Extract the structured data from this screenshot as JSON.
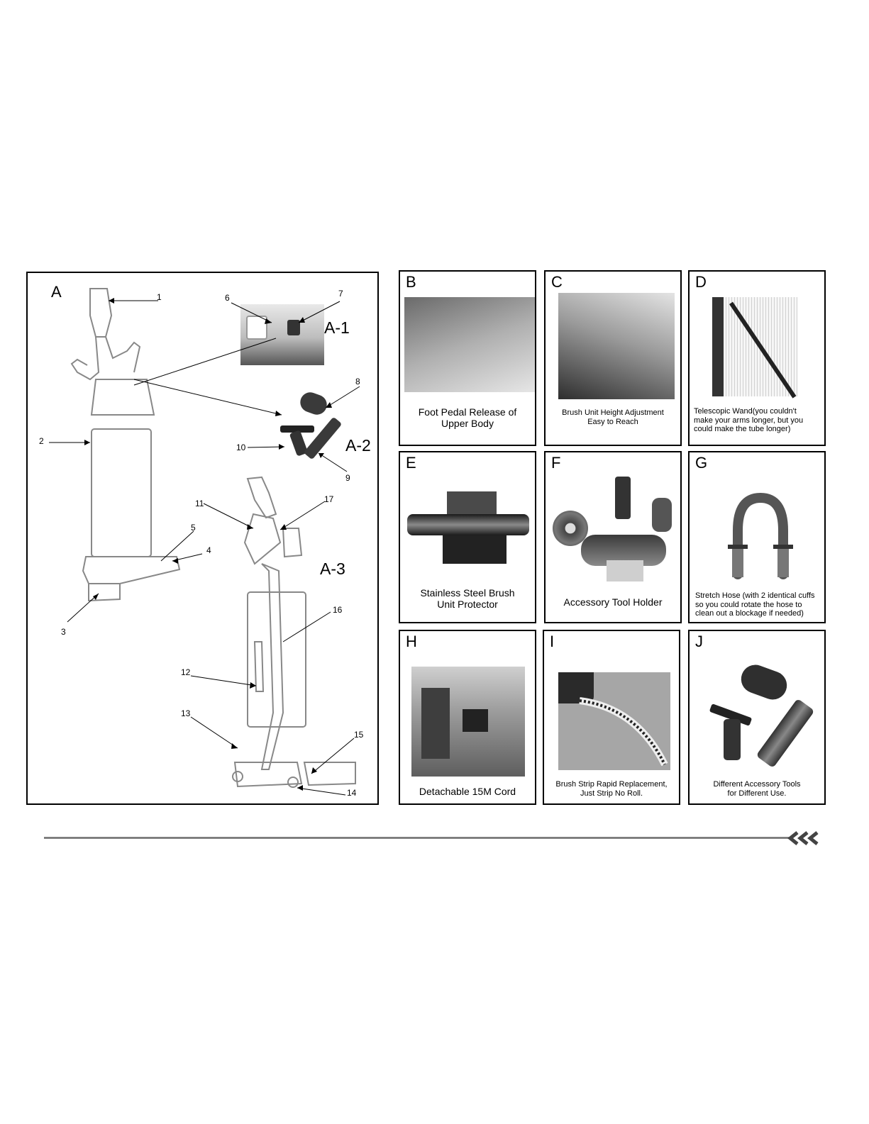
{
  "main_panel": {
    "label": "A",
    "sub_labels": [
      "A-1",
      "A-2",
      "A-3"
    ],
    "callouts": [
      "1",
      "2",
      "3",
      "4",
      "5",
      "6",
      "7",
      "8",
      "9",
      "10",
      "11",
      "12",
      "13",
      "14",
      "15",
      "16",
      "17"
    ]
  },
  "panels": [
    {
      "letter": "B",
      "caption": [
        "Foot Pedal Release of",
        "Upper Body"
      ]
    },
    {
      "letter": "C",
      "caption": [
        "Brush Unit Height Adjustment",
        "Easy to Reach"
      ]
    },
    {
      "letter": "D",
      "caption": [
        "Telescopic Wand(you couldn't",
        "make your arms longer, but you",
        "could make the tube longer)"
      ]
    },
    {
      "letter": "E",
      "caption": [
        "Stainless Steel Brush",
        "Unit Protector"
      ]
    },
    {
      "letter": "F",
      "caption": [
        "Accessory Tool Holder"
      ]
    },
    {
      "letter": "G",
      "caption": [
        "Stretch Hose (with 2 identical cuffs",
        "so you could rotate the hose to",
        "clean out a blockage if needed)"
      ]
    },
    {
      "letter": "H",
      "caption": [
        "Detachable 15M Cord"
      ]
    },
    {
      "letter": "I",
      "caption": [
        "Brush Strip Rapid Replacement,",
        "Just Strip No Roll."
      ]
    },
    {
      "letter": "J",
      "caption": [
        "Different Accessory Tools",
        "for Different Use."
      ]
    }
  ],
  "colors": {
    "border": "#000000",
    "rule": "#808080",
    "accent_dark": "#333333"
  },
  "icons": [
    "chevrons-left-icon"
  ]
}
